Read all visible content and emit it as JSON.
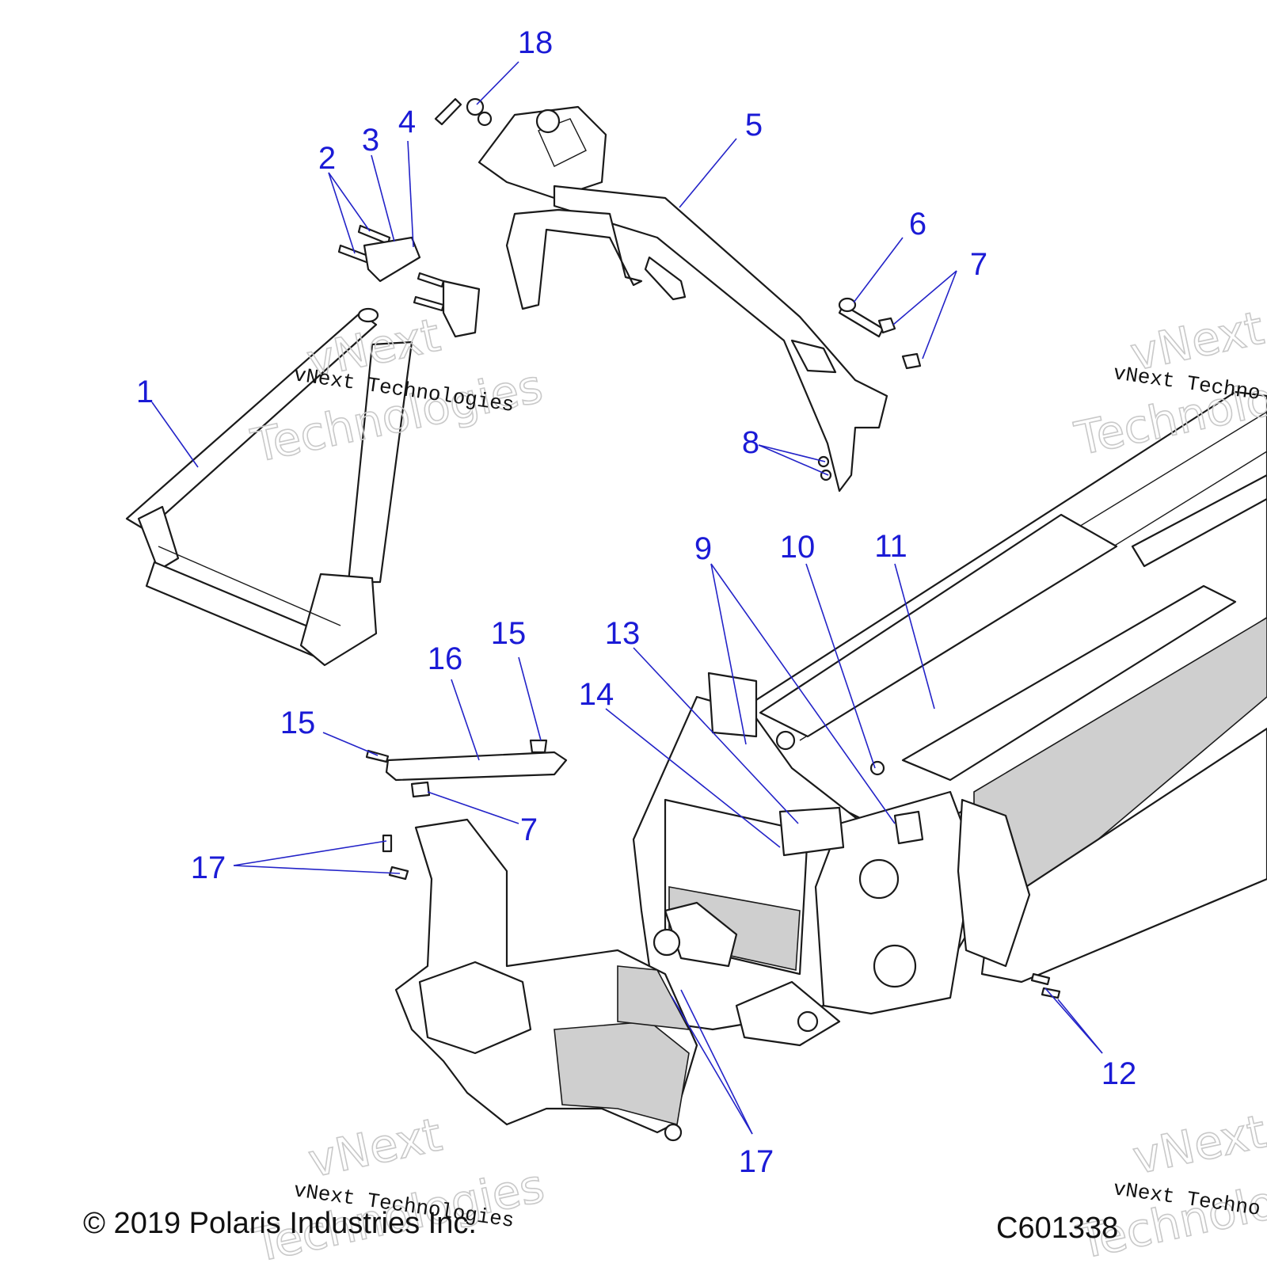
{
  "callouts": {
    "c1": "1",
    "c2": "2",
    "c3": "3",
    "c4": "4",
    "c5": "5",
    "c6": "6",
    "c7a": "7",
    "c7b": "7",
    "c8": "8",
    "c9": "9",
    "c10": "10",
    "c11": "11",
    "c12": "12",
    "c13": "13",
    "c14": "14",
    "c15a": "15",
    "c15b": "15",
    "c16": "16",
    "c17a": "17",
    "c17b": "17",
    "c18": "18"
  },
  "watermark": {
    "small": "vNext Technologies",
    "big_line1": "vNext",
    "big_line2": "Technologies",
    "small_cut": "vNext Techno",
    "big_cut1": "vNext",
    "big_cut2": "Technolo"
  },
  "footer": {
    "copyright": "© 2019 Polaris Industries Inc.",
    "figure_code": "C601338"
  },
  "colors": {
    "callout": "#1b1bd6",
    "line": "#1a1a1a",
    "shade": "#cfcfcf"
  }
}
